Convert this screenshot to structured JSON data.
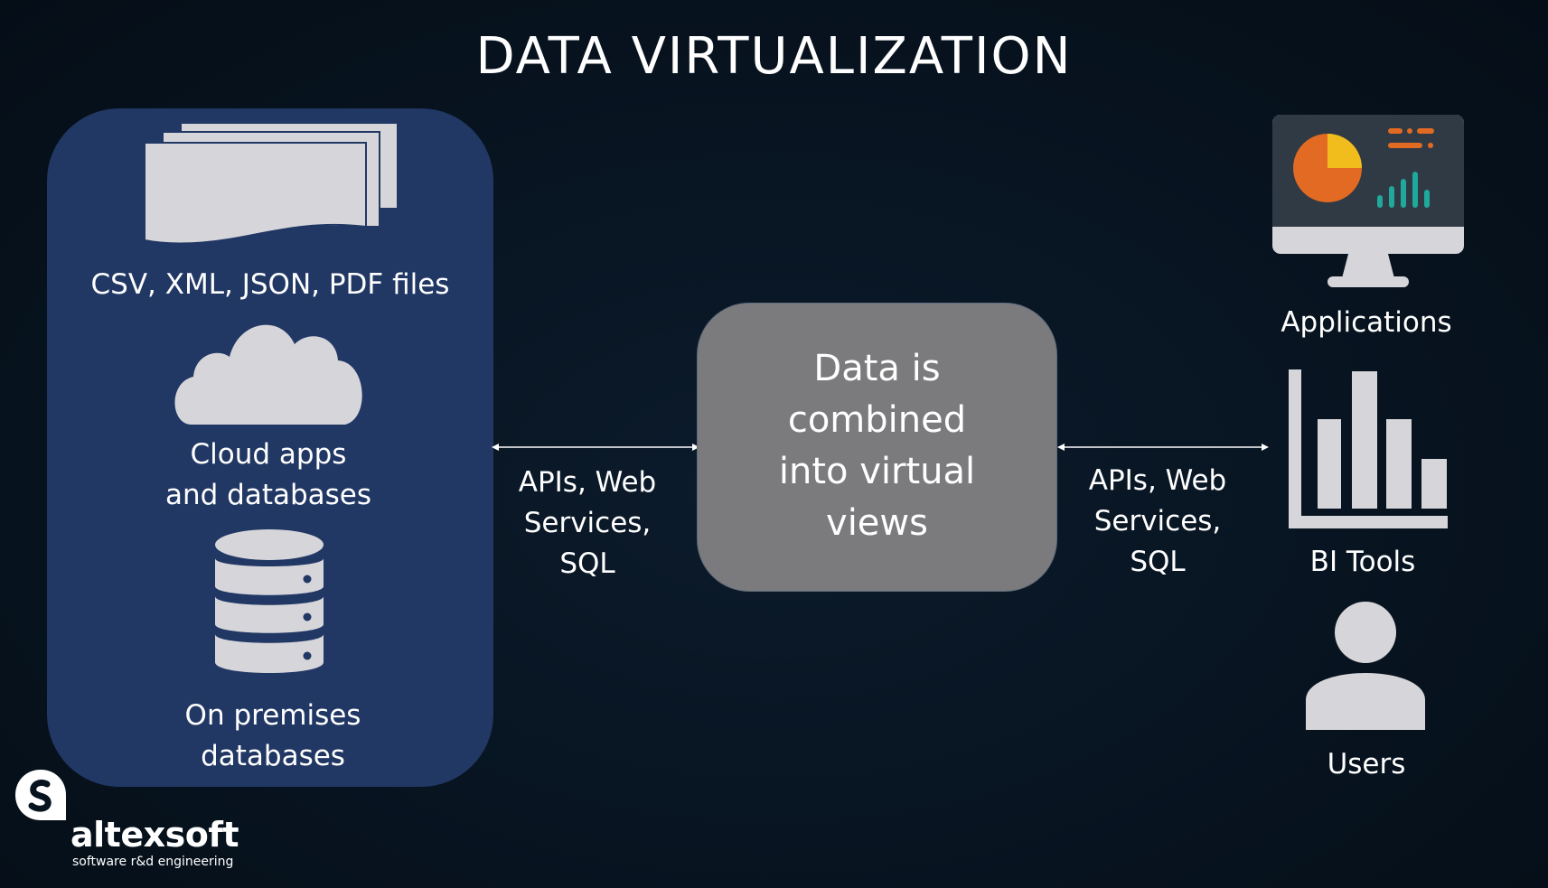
{
  "title": "DATA VIRTUALIZATION",
  "sources": {
    "files_label": "CSV, XML, JSON, PDF files",
    "cloud_label_line1": "Cloud apps",
    "cloud_label_line2": "and databases",
    "premises_label_line1": "On premises",
    "premises_label_line2": "databases"
  },
  "center": {
    "line1": "Data is",
    "line2": "combined",
    "line3": "into virtual",
    "line4": "views"
  },
  "left_connector": {
    "line1": "APIs, Web",
    "line2": "Services,",
    "line3": "SQL"
  },
  "right_connector": {
    "line1": "APIs, Web",
    "line2": "Services,",
    "line3": "SQL"
  },
  "consumers": {
    "applications_label": "Applications",
    "bi_tools_label": "BI Tools",
    "users_label": "Users"
  },
  "logo": {
    "name": "altexsoft",
    "tagline": "software r&d engineering"
  },
  "colors": {
    "background": "#07131f",
    "panel": "#213764",
    "center_box": "#7b7b7d",
    "icon_gray": "#d6d6da",
    "pie_orange": "#e26a22",
    "pie_yellow": "#f0bd1d",
    "bars_teal": "#1fa89b",
    "monitor_screen": "#2f3a44"
  }
}
